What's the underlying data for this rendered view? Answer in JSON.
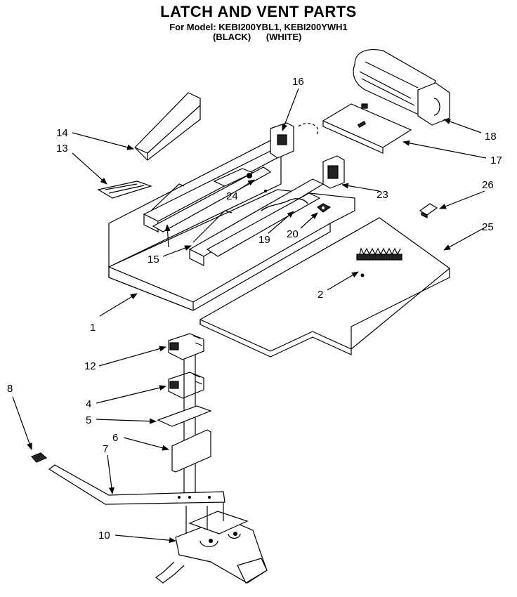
{
  "diagram": {
    "title": "LATCH AND VENT PARTS",
    "subtitle": "For Model: KEBI200YBL1, KEBI200YWH1",
    "color_black": "(BLACK)",
    "color_white": "(WHITE)",
    "callouts": {
      "c1": "1",
      "c2": "2",
      "c4": "4",
      "c5": "5",
      "c6": "6",
      "c7": "7",
      "c8": "8",
      "c10": "10",
      "c12": "12",
      "c13": "13",
      "c14": "14",
      "c15": "15",
      "c16": "16",
      "c17": "17",
      "c18": "18",
      "c19": "19",
      "c20": "20",
      "c23": "23",
      "c24": "24",
      "c25": "25",
      "c26": "26"
    }
  }
}
